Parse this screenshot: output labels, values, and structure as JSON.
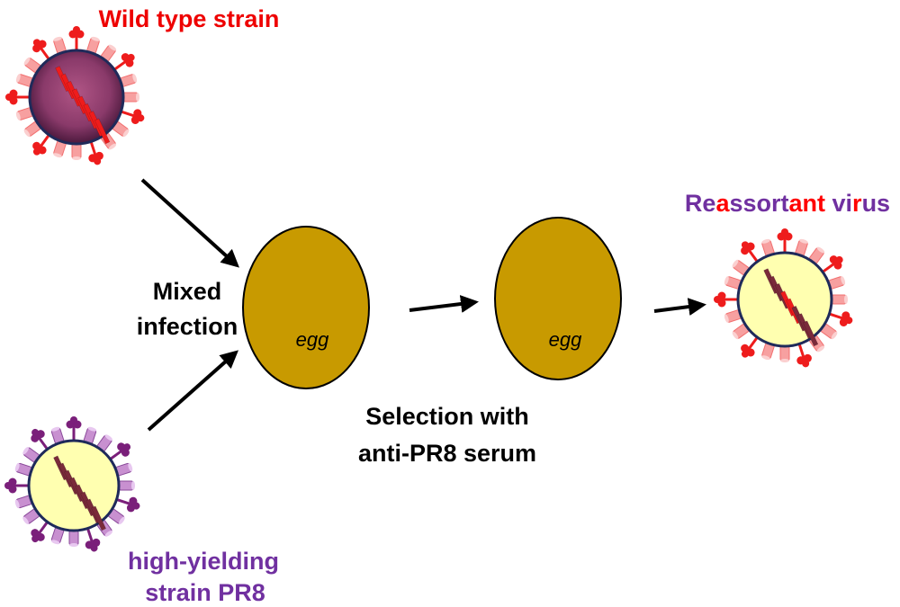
{
  "labels": {
    "wild_type": "Wild type strain",
    "mixed_line1": "Mixed",
    "mixed_line2": "infection",
    "egg1": "egg",
    "egg2": "egg",
    "selection_line1": "Selection with",
    "selection_line2": "anti-PR8 serum",
    "reassortant": [
      {
        "text": "Re",
        "color": "#7030a0"
      },
      {
        "text": "a",
        "color": "#ff0000"
      },
      {
        "text": "ssort",
        "color": "#7030a0"
      },
      {
        "text": "ant ",
        "color": "#ff0000"
      },
      {
        "text": "vi",
        "color": "#7030a0"
      },
      {
        "text": "r",
        "color": "#ff0000"
      },
      {
        "text": "us",
        "color": "#7030a0"
      }
    ],
    "high_line1": "high-yielding",
    "high_line2": "strain PR8"
  },
  "colors": {
    "wild": "#ee0000",
    "pr8": "#7030a0",
    "egg_fill": "#c89a00",
    "envelope": "#1f2a5a",
    "core_yellow": "#ffffb0",
    "core_purple": "#8a3a6a",
    "segment_dark": "#7a2a3a",
    "arrow": "#000000"
  }
}
